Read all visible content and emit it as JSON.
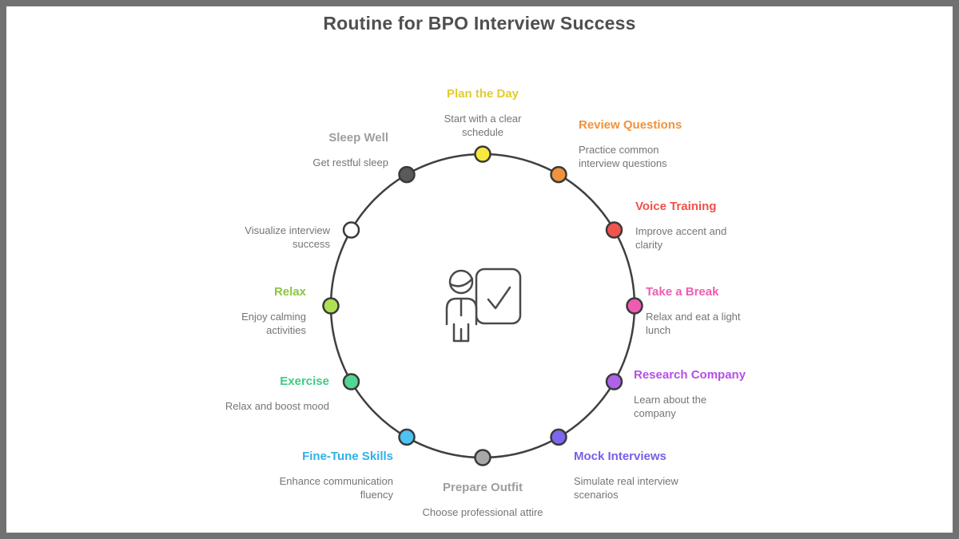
{
  "title": "Routine for BPO Interview Success",
  "colors": {
    "frame": "#717171",
    "title_text": "#4f4f4f",
    "circle_stroke": "#3f3f3f",
    "dot_stroke": "#3a3a3a",
    "description_text": "#757575",
    "icon_stroke": "#4a4a4a"
  },
  "center_icon": "presenter-with-checkboard-icon",
  "nodes": [
    {
      "id": "plan-the-day",
      "title": "Plan the Day",
      "description": "Start with a clear schedule",
      "color": "#e3cc2e",
      "dot_color": "#f7e93d"
    },
    {
      "id": "review-questions",
      "title": "Review Questions",
      "description": "Practice common interview questions",
      "color": "#f0923e",
      "dot_color": "#f0923e"
    },
    {
      "id": "voice-training",
      "title": "Voice Training",
      "description": "Improve accent and clarity",
      "color": "#f05149",
      "dot_color": "#f0544c"
    },
    {
      "id": "take-a-break",
      "title": "Take a Break",
      "description": "Relax and eat a light lunch",
      "color": "#ee5cb1",
      "dot_color": "#ee5cb1"
    },
    {
      "id": "research-company",
      "title": "Research Company",
      "description": "Learn about the company",
      "color": "#b450e6",
      "dot_color": "#ae62ea"
    },
    {
      "id": "mock-interviews",
      "title": "Mock Interviews",
      "description": "Simulate real interview scenarios",
      "color": "#7a5ee8",
      "dot_color": "#7b68ee"
    },
    {
      "id": "prepare-outfit",
      "title": "Prepare Outfit",
      "description": "Choose professional attire",
      "color": "#9e9e9e",
      "dot_color": "#a8a8a8"
    },
    {
      "id": "fine-tune-skills",
      "title": "Fine-Tune Skills",
      "description": "Enhance communication fluency",
      "color": "#2eb1e8",
      "dot_color": "#4dc3f0"
    },
    {
      "id": "exercise",
      "title": "Exercise",
      "description": "Relax and boost mood",
      "color": "#3ecb85",
      "dot_color": "#52d695"
    },
    {
      "id": "relax",
      "title": "Relax",
      "description": "Enjoy calming activities",
      "color": "#8bc63e",
      "dot_color": "#b0e054"
    },
    {
      "id": "visualize-success",
      "title": "",
      "description": "Visualize interview success",
      "color": "#757575",
      "dot_color": "#ffffff"
    },
    {
      "id": "sleep-well",
      "title": "Sleep Well",
      "description": "Get restful sleep",
      "color": "#9e9e9e",
      "dot_color": "#5a5a5a"
    }
  ]
}
